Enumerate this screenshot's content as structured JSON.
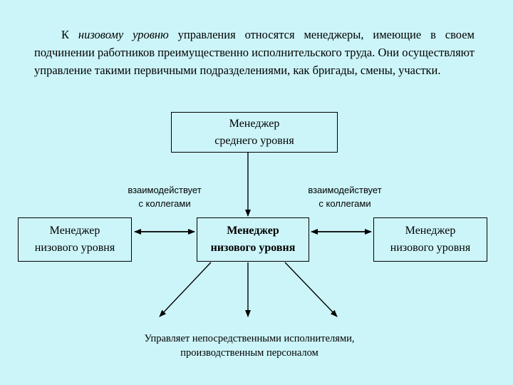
{
  "intro": {
    "prefix": "К ",
    "term": "низовому уровню",
    "suffix": " управления относятся менеджеры, имеющие в своем подчинении работников преимущественно исполнительского труда. Они осуществляют управление такими первичными подразделениями, как бригады, смены, участки."
  },
  "nodes": {
    "top": {
      "line1": "Менеджер",
      "line2": "среднего уровня"
    },
    "left": {
      "line1": "Менеджер",
      "line2": "низового уровня"
    },
    "center": {
      "line1": "Менеджер",
      "line2": "низового уровня"
    },
    "right": {
      "line1": "Менеджер",
      "line2": "низового уровня"
    }
  },
  "labels": {
    "left": {
      "line1": "взаимодействует",
      "line2": "с коллегами"
    },
    "right": {
      "line1": "взаимодействует",
      "line2": "с коллегами"
    }
  },
  "bottom": {
    "line1": "Управляет непосредственными исполнителями,",
    "line2": "производственным персоналом"
  },
  "colors": {
    "background": "#ccf5f9",
    "lines": "#000000"
  }
}
